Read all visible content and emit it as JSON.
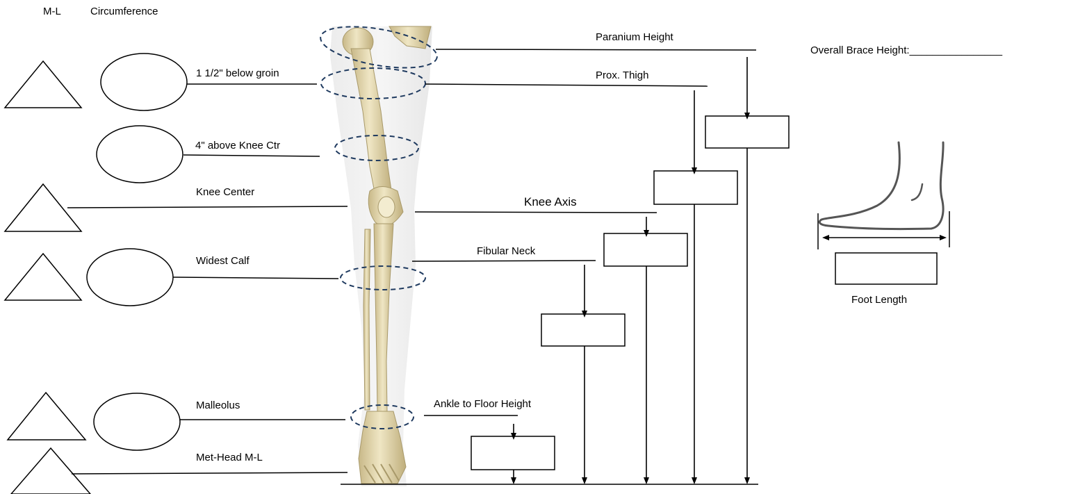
{
  "header": {
    "ml_label": "M-L",
    "circumference_label": "Circumference"
  },
  "overall_brace_height": {
    "label": "Overall Brace Height:",
    "blank": "________________"
  },
  "left_measurements": [
    {
      "id": "below-groin",
      "label": "1 1/2\" below groin",
      "ml": false,
      "circumference": true
    },
    {
      "id": "above-knee",
      "label": "4\" above Knee Ctr",
      "ml": false,
      "circumference": true
    },
    {
      "id": "knee-center",
      "label": "Knee Center",
      "ml": true,
      "circumference": false
    },
    {
      "id": "widest-calf",
      "label": "Widest Calf",
      "ml": true,
      "circumference": true
    },
    {
      "id": "malleolus",
      "label": "Malleolus",
      "ml": true,
      "circumference": true
    },
    {
      "id": "met-head",
      "label": "Met-Head M-L",
      "ml": true,
      "circumference": false
    }
  ],
  "height_measurements": [
    {
      "id": "paranium-height",
      "label": "Paranium Height"
    },
    {
      "id": "prox-thigh",
      "label": "Prox. Thigh"
    },
    {
      "id": "knee-axis",
      "label": "Knee Axis"
    },
    {
      "id": "fibular-neck",
      "label": "Fibular Neck"
    },
    {
      "id": "ankle-floor",
      "label": "Ankle to Floor Height"
    }
  ],
  "foot": {
    "label": "Foot Length"
  },
  "colors": {
    "line": "#000000",
    "dashed_ring": "#1f3a5f",
    "bone": "#e9dfb8",
    "bone_shadow": "#c9b98a",
    "leg_tissue": "#dcdcdc",
    "foot_outline": "#555555"
  }
}
